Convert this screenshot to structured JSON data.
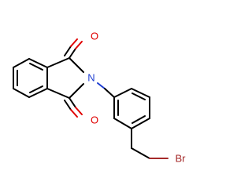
{
  "molecule": {
    "atoms": [
      {
        "id": "O1",
        "label": "O",
        "color": "#e00000"
      },
      {
        "id": "N1",
        "label": "N",
        "color": "#1f3fd1"
      },
      {
        "id": "O2",
        "label": "O",
        "color": "#e00000"
      },
      {
        "id": "Br1",
        "label": "Br",
        "color": "#a52a2a"
      }
    ]
  }
}
